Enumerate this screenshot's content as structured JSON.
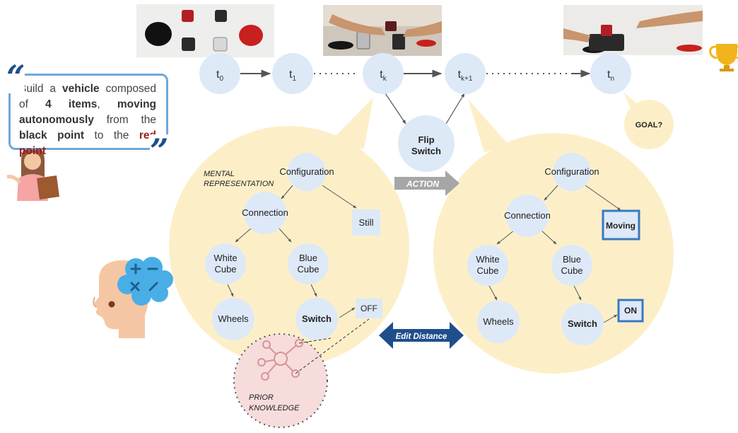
{
  "instruction": {
    "parts": [
      {
        "text": "Build a ",
        "style": "plain"
      },
      {
        "text": "vehicle",
        "style": "bold"
      },
      {
        "text": " composed of ",
        "style": "plain"
      },
      {
        "text": "4 items",
        "style": "bold"
      },
      {
        "text": ", ",
        "style": "plain"
      },
      {
        "text": "moving autonomously",
        "style": "bold"
      },
      {
        "text": " from the ",
        "style": "plain"
      },
      {
        "text": "black point",
        "style": "bold"
      },
      {
        "text": " to the ",
        "style": "plain"
      },
      {
        "text": "red point",
        "style": "red"
      }
    ],
    "open_quote": "“",
    "close_quote": "”"
  },
  "timeline": {
    "steps": [
      {
        "base": "t",
        "sub": "0"
      },
      {
        "base": "t",
        "sub": "1"
      },
      {
        "base": "t",
        "sub": "k"
      },
      {
        "base": "t",
        "sub": "k+1"
      },
      {
        "base": "t",
        "sub": "n"
      }
    ],
    "goal_label": "GOAL?"
  },
  "action": {
    "node_label_line1": "Flip",
    "node_label_line2": "Switch",
    "arrow_label": "ACTION"
  },
  "mental_representation_label": [
    "MENTAL",
    "REPRESENTATION"
  ],
  "edit_distance_label": "Edit Distance",
  "prior_knowledge_label": [
    "PRIOR",
    "KNOWLEDGE"
  ],
  "left_tree": {
    "root": "Configuration",
    "connection": "Connection",
    "still": "Still",
    "white_cube": [
      "White",
      "Cube"
    ],
    "blue_cube": [
      "Blue",
      "Cube"
    ],
    "wheels": "Wheels",
    "switch": "Switch",
    "state": "OFF"
  },
  "right_tree": {
    "root": "Configuration",
    "connection": "Connection",
    "moving": "Moving",
    "white_cube": [
      "White",
      "Cube"
    ],
    "blue_cube": [
      "Blue",
      "Cube"
    ],
    "wheels": "Wheels",
    "switch": "Switch",
    "state": "ON"
  },
  "colors": {
    "node_fill": "#dde9f7",
    "bubble_fill": "#fcefc8",
    "edit_arrow": "#1f4e8c",
    "action_arrow": "#a6a6a6",
    "highlight_border": "#3a78c2",
    "prior_fill": "#f7dcdc",
    "head_blue": "#4aaee6",
    "quote_border": "#6fa8d8"
  },
  "icons": [
    "person-reading-icon",
    "head-thinking-icon",
    "trophy-icon",
    "network-icon"
  ]
}
